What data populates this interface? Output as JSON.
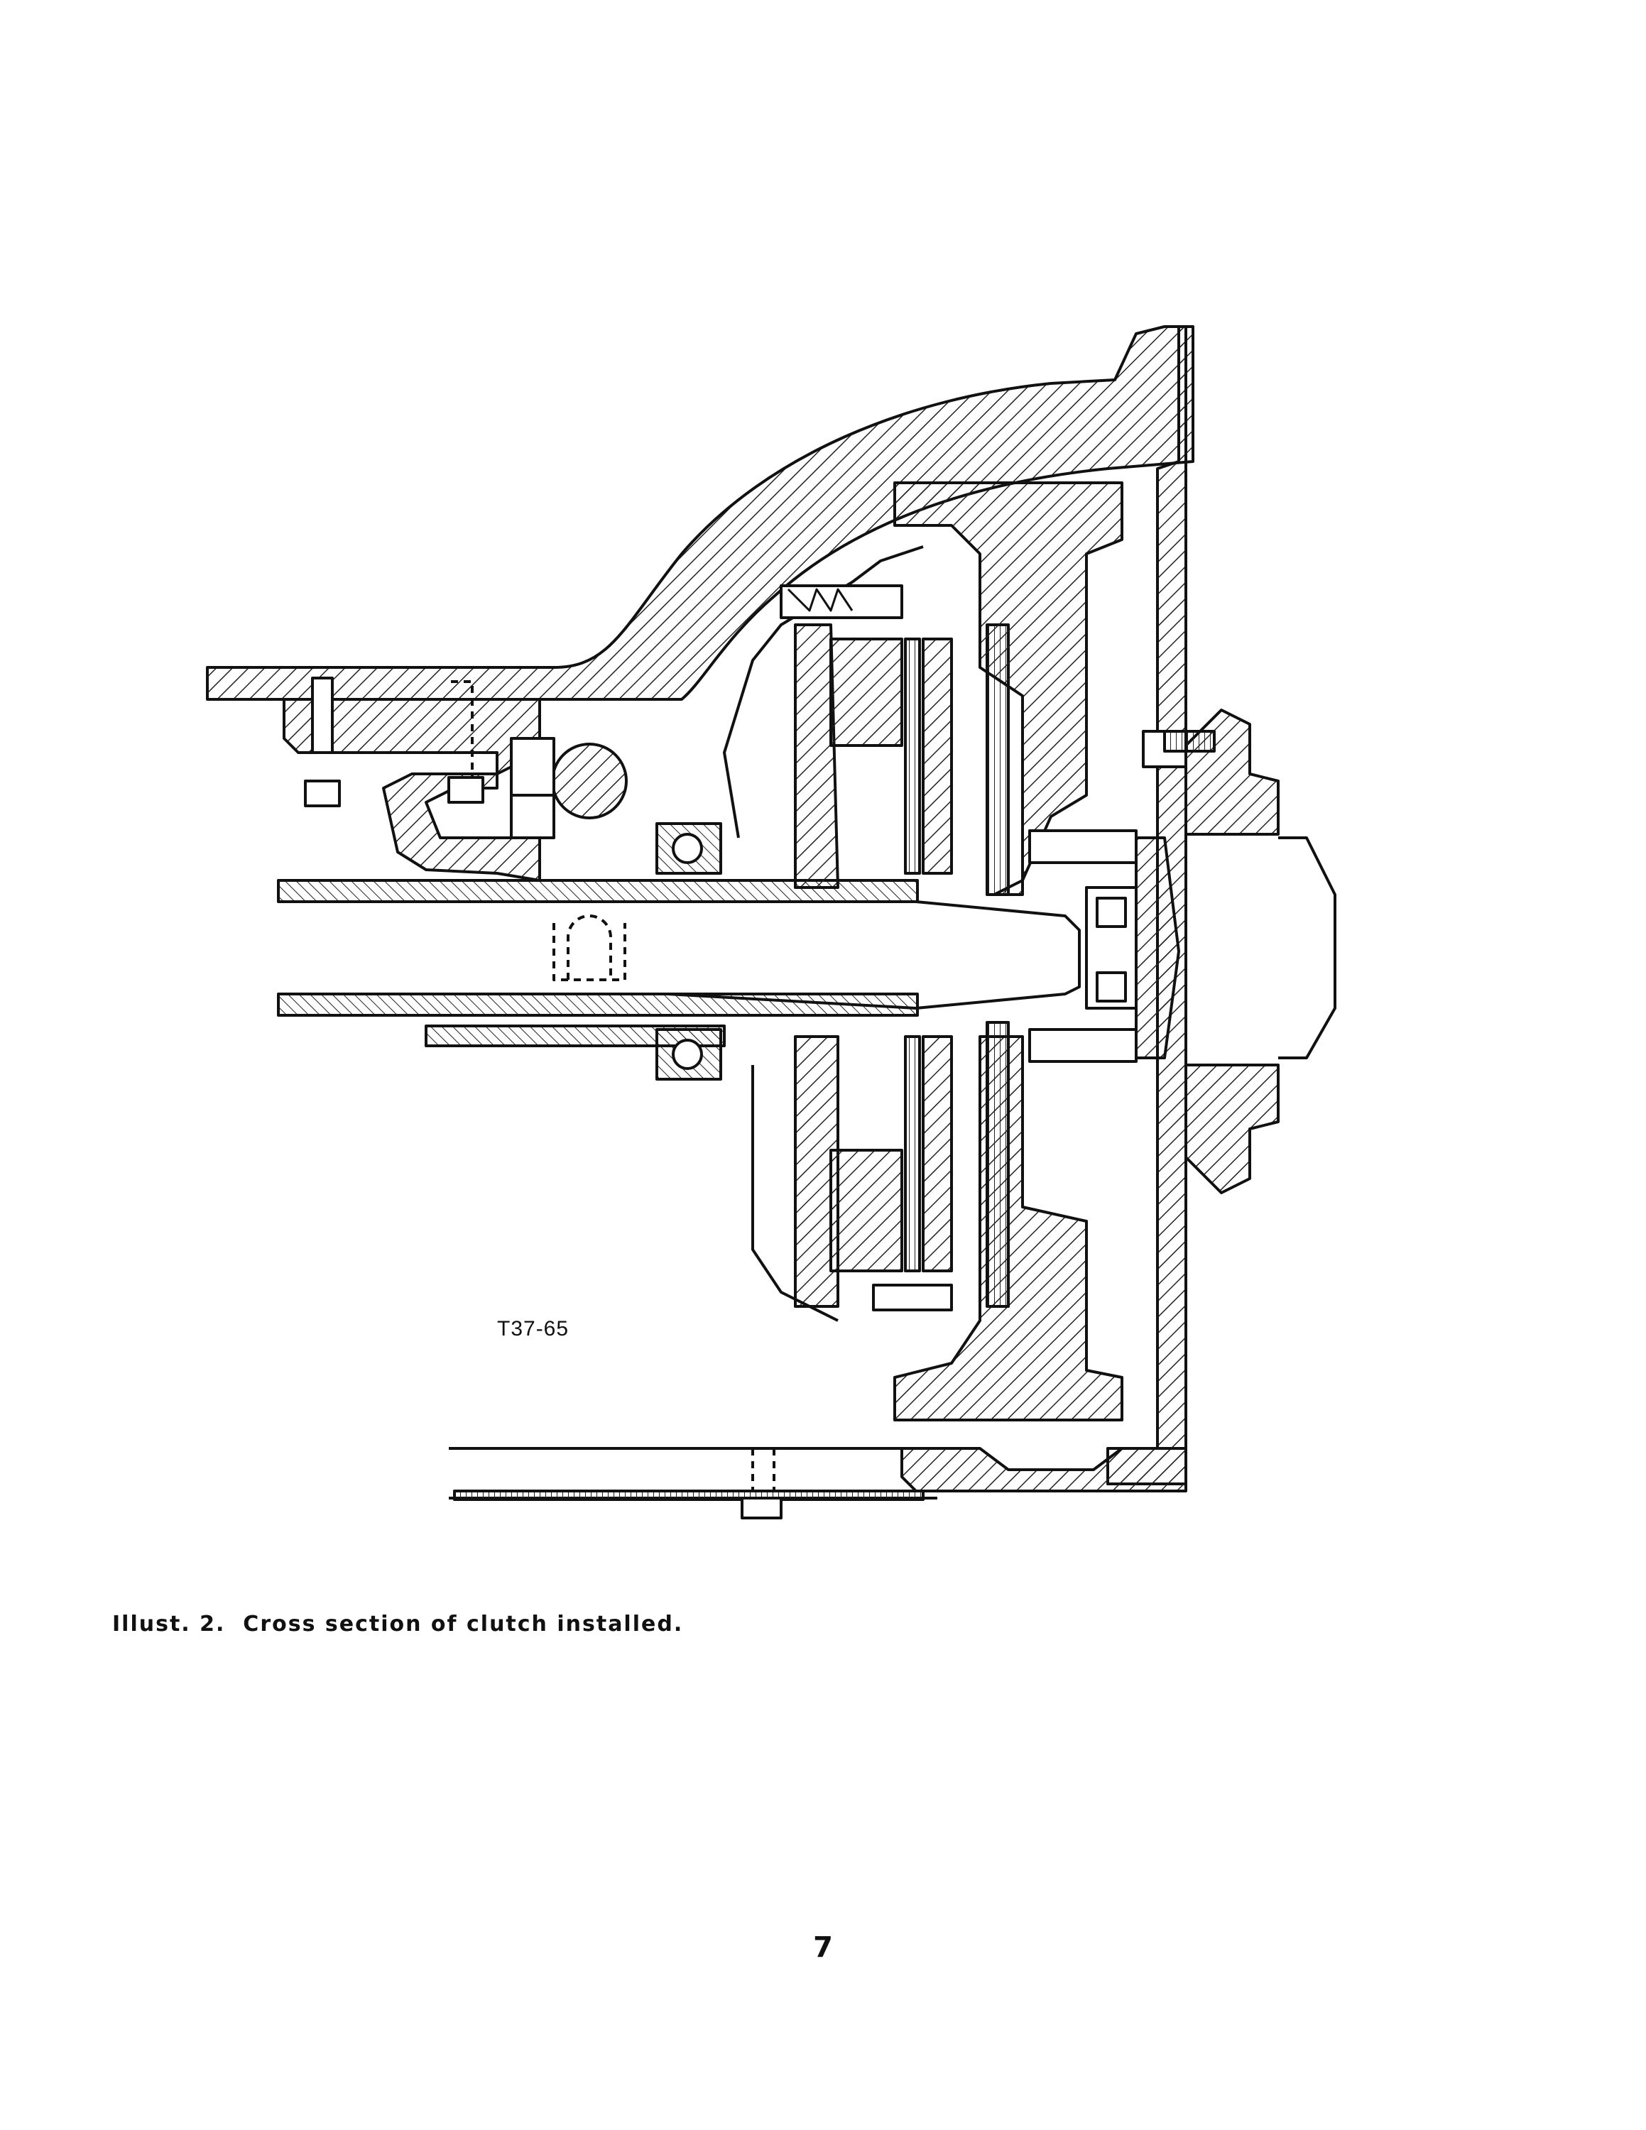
{
  "figure": {
    "reference_code": "T37-65",
    "caption_label": "Illust. 2.",
    "caption_text": "Cross section of clutch installed.",
    "line_color": "#111111",
    "hatch_color": "#222222"
  },
  "page": {
    "number": "7"
  }
}
